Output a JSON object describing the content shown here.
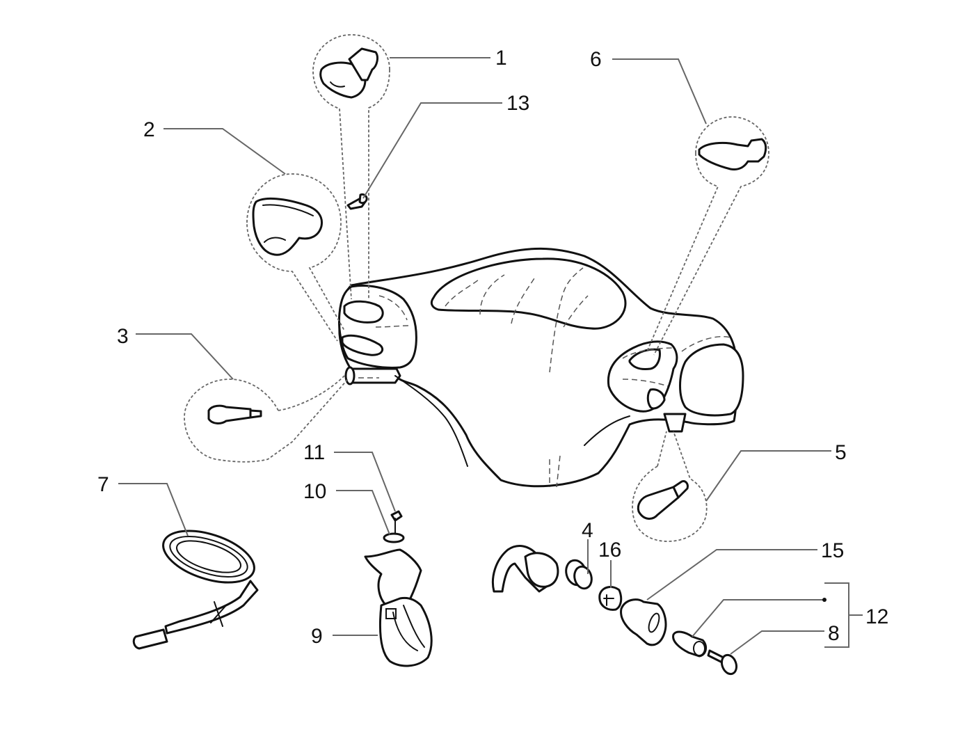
{
  "diagram": {
    "type": "exploded-parts-diagram",
    "subject": "handlebar cover with switches, bulbs, horn and lock",
    "callouts": [
      {
        "id": "1",
        "label": "1"
      },
      {
        "id": "2",
        "label": "2"
      },
      {
        "id": "3",
        "label": "3"
      },
      {
        "id": "4",
        "label": "4"
      },
      {
        "id": "5",
        "label": "5"
      },
      {
        "id": "6",
        "label": "6"
      },
      {
        "id": "7",
        "label": "7"
      },
      {
        "id": "8",
        "label": "8"
      },
      {
        "id": "9",
        "label": "9"
      },
      {
        "id": "10",
        "label": "10"
      },
      {
        "id": "11",
        "label": "11"
      },
      {
        "id": "12",
        "label": "12"
      },
      {
        "id": "13",
        "label": "13"
      },
      {
        "id": "15",
        "label": "15"
      },
      {
        "id": "16",
        "label": "16"
      }
    ],
    "parts": [
      {
        "callout": "1",
        "kind": "switch (detail circle, upper left)"
      },
      {
        "callout": "2",
        "kind": "switch block (detail circle, left)"
      },
      {
        "callout": "3",
        "kind": "bulb (detail circle, lower left)"
      },
      {
        "callout": "4",
        "kind": "ring"
      },
      {
        "callout": "5",
        "kind": "bulb (detail circle, lower right)"
      },
      {
        "callout": "6",
        "kind": "switch (detail circle, right)"
      },
      {
        "callout": "7",
        "kind": "cable with connector"
      },
      {
        "callout": "8",
        "kind": "screw"
      },
      {
        "callout": "9",
        "kind": "horn"
      },
      {
        "callout": "10",
        "kind": "washer"
      },
      {
        "callout": "11",
        "kind": "screw"
      },
      {
        "callout": "12",
        "kind": "kit (groups items 8 and key)"
      },
      {
        "callout": "13",
        "kind": "screw"
      },
      {
        "callout": "15",
        "kind": "lock cylinder housing"
      },
      {
        "callout": "16",
        "kind": "bushing"
      }
    ]
  }
}
